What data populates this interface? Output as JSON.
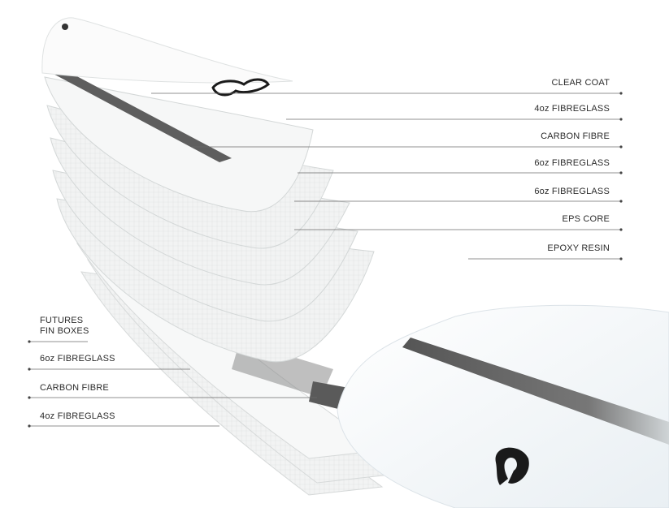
{
  "diagram": {
    "right_labels": [
      {
        "text": "CLEAR COAT"
      },
      {
        "text": "4oz FIBREGLASS"
      },
      {
        "text": "CARBON FIBRE"
      },
      {
        "text": "6oz FIBREGLASS"
      },
      {
        "text": "6oz FIBREGLASS"
      },
      {
        "text": "EPS CORE"
      },
      {
        "text": "EPOXY RESIN"
      }
    ],
    "left_labels": [
      {
        "line1": "FUTURES",
        "line2": "FIN BOXES"
      },
      {
        "text": "6oz FIBREGLASS"
      },
      {
        "text": "CARBON FIBRE"
      },
      {
        "text": "4oz FIBREGLASS"
      }
    ],
    "colors": {
      "label_text": "#2b2b2b",
      "leader_line": "#6b6b6b",
      "carbon_stripe": "#5a5a5a",
      "layer_fill": "#f3f4f4",
      "layer_edge": "#cfd3d3",
      "board_deck": "#f4f8fb",
      "logo": "#1a1a1a"
    }
  }
}
